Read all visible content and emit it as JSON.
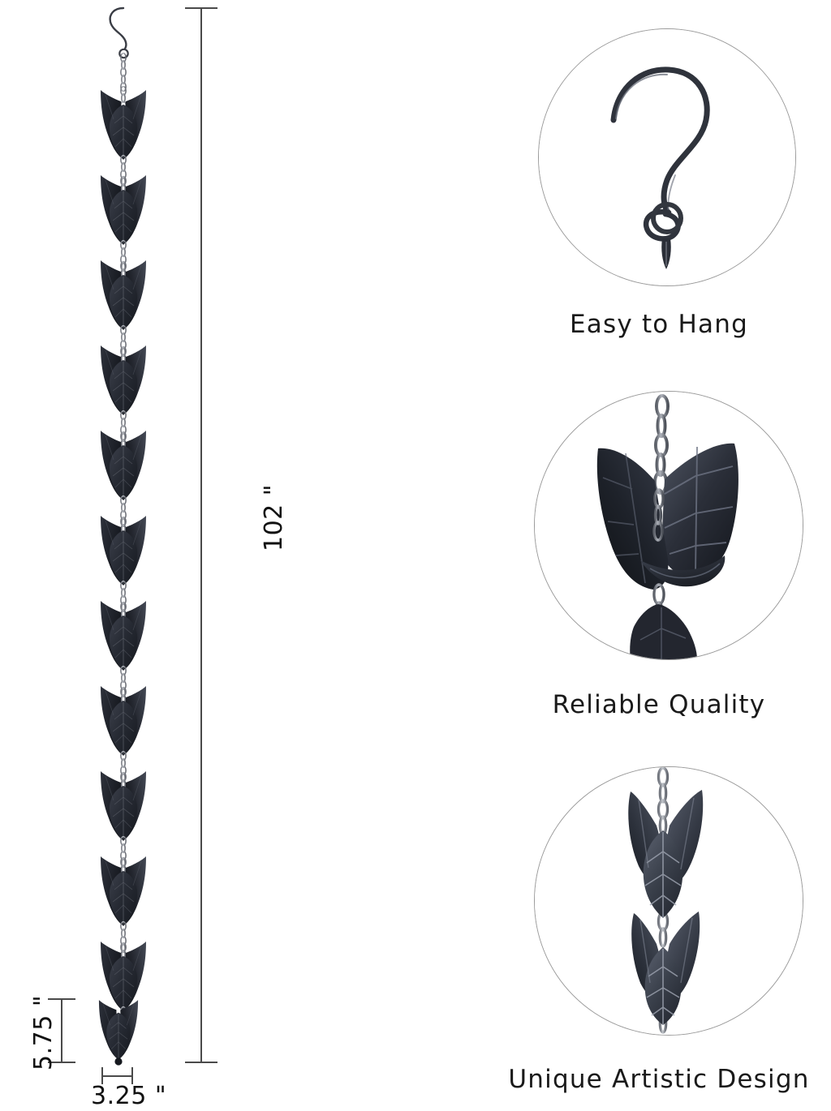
{
  "product": {
    "name": "tulip-flower-rain-chain",
    "material_color": "#2b2f38",
    "chain_color": "#8e9199"
  },
  "dimensions": {
    "total_length": {
      "value": "102 \"",
      "orientation": "vertical",
      "description": "overall length of rain chain"
    },
    "cup_height": {
      "value": "5.75 \"",
      "orientation": "vertical",
      "description": "height of a single tulip cup"
    },
    "cup_width": {
      "value": "3.25 \"",
      "orientation": "horizontal",
      "description": "width of a single tulip cup"
    }
  },
  "features": [
    {
      "caption": "Easy to Hang",
      "detail": "s-hook-closeup"
    },
    {
      "caption": "Reliable Quality",
      "detail": "tulip-cup-closeup"
    },
    {
      "caption": "Unique Artistic Design",
      "detail": "two-tulip-cups-closeup"
    }
  ],
  "colors": {
    "background": "#ffffff",
    "dimension_line": "#4a4a4a",
    "circle_border": "#9a9a9a",
    "text": "#1a1a1a"
  }
}
